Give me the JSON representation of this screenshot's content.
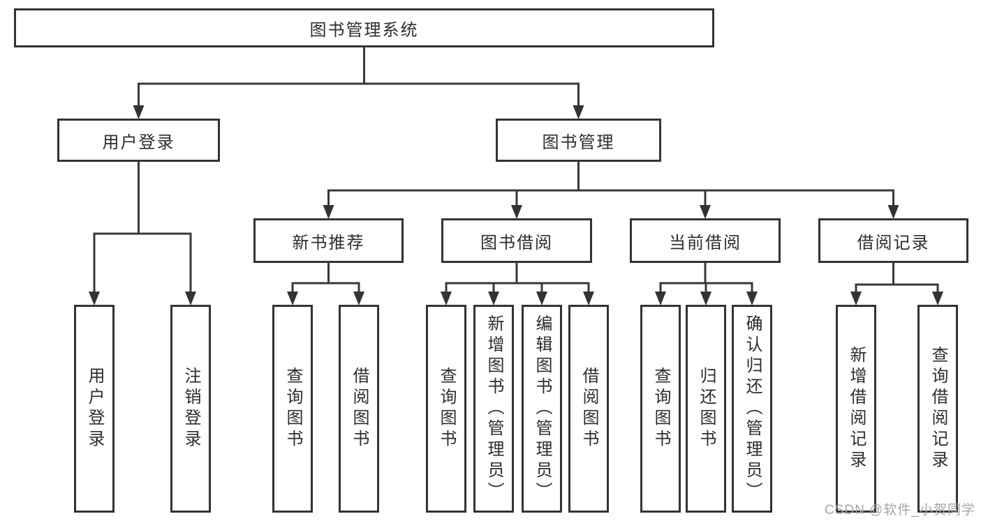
{
  "colors": {
    "background": "#ffffff",
    "line": "#383838",
    "box_border": "#333333",
    "text": "#2d2d2d",
    "watermark": "#a6a6a6"
  },
  "nodes": {
    "root": {
      "label": "图书管理系统"
    },
    "level2": [
      {
        "id": "user-login",
        "label": "用户登录",
        "parent": "图书管理系统"
      },
      {
        "id": "book-management",
        "label": "图书管理",
        "parent": "图书管理系统"
      }
    ],
    "level3": [
      {
        "id": "new-book-recommend",
        "label": "新书推荐",
        "parent": "图书管理"
      },
      {
        "id": "book-borrow",
        "label": "图书借阅",
        "parent": "图书管理"
      },
      {
        "id": "current-borrow",
        "label": "当前借阅",
        "parent": "图书管理"
      },
      {
        "id": "borrow-records",
        "label": "借阅记录",
        "parent": "图书管理"
      }
    ],
    "leaves": [
      {
        "id": "leaf-user-login",
        "label": "用户登录",
        "parent": "用户登录"
      },
      {
        "id": "leaf-logout",
        "label": "注销登录",
        "parent": "用户登录"
      },
      {
        "id": "leaf-recommend-query-books",
        "label": "查询图书",
        "parent": "新书推荐"
      },
      {
        "id": "leaf-recommend-borrow-books",
        "label": "借阅图书",
        "parent": "新书推荐"
      },
      {
        "id": "leaf-borrow-query-books",
        "label": "查询图书",
        "parent": "图书借阅"
      },
      {
        "id": "leaf-borrow-add-books-admin",
        "label": "新增图书（管理员）",
        "parent": "图书借阅"
      },
      {
        "id": "leaf-borrow-edit-books-admin",
        "label": "编辑图书（管理员）",
        "parent": "图书借阅"
      },
      {
        "id": "leaf-borrow-borrow-books",
        "label": "借阅图书",
        "parent": "图书借阅"
      },
      {
        "id": "leaf-current-query-books",
        "label": "查询图书",
        "parent": "当前借阅"
      },
      {
        "id": "leaf-current-return-books",
        "label": "归还图书",
        "parent": "当前借阅"
      },
      {
        "id": "leaf-current-confirm-return-admin",
        "label": "确认归还（管理员）",
        "parent": "当前借阅"
      },
      {
        "id": "leaf-records-add-record",
        "label": "新增借阅记录",
        "parent": "借阅记录"
      },
      {
        "id": "leaf-records-query-record",
        "label": "查询借阅记录",
        "parent": "借阅记录"
      }
    ]
  },
  "watermark": {
    "text": "CSDN @软件_小贺同学"
  }
}
